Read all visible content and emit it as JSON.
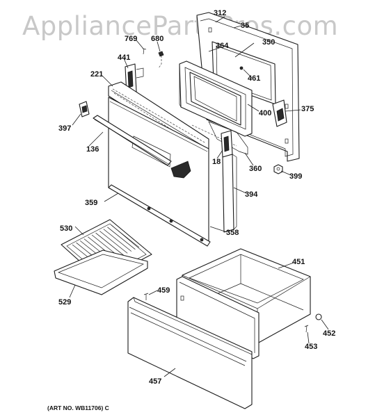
{
  "watermark": "AppliancePartsPros.com",
  "art_number": "(ART NO. WB11706) C",
  "callouts": {
    "c312": "312",
    "c35": "35",
    "c364": "364",
    "c350": "350",
    "c461": "461",
    "c400": "400",
    "c375": "375",
    "c769": "769",
    "c680": "680",
    "c441": "441",
    "c221": "221",
    "c397": "397",
    "c136": "136",
    "c18": "18",
    "c360": "360",
    "c399": "399",
    "c394": "394",
    "c359": "359",
    "c358": "358",
    "c530": "530",
    "c529": "529",
    "c451": "451",
    "c459": "459",
    "c452": "452",
    "c453": "453",
    "c457": "457"
  }
}
